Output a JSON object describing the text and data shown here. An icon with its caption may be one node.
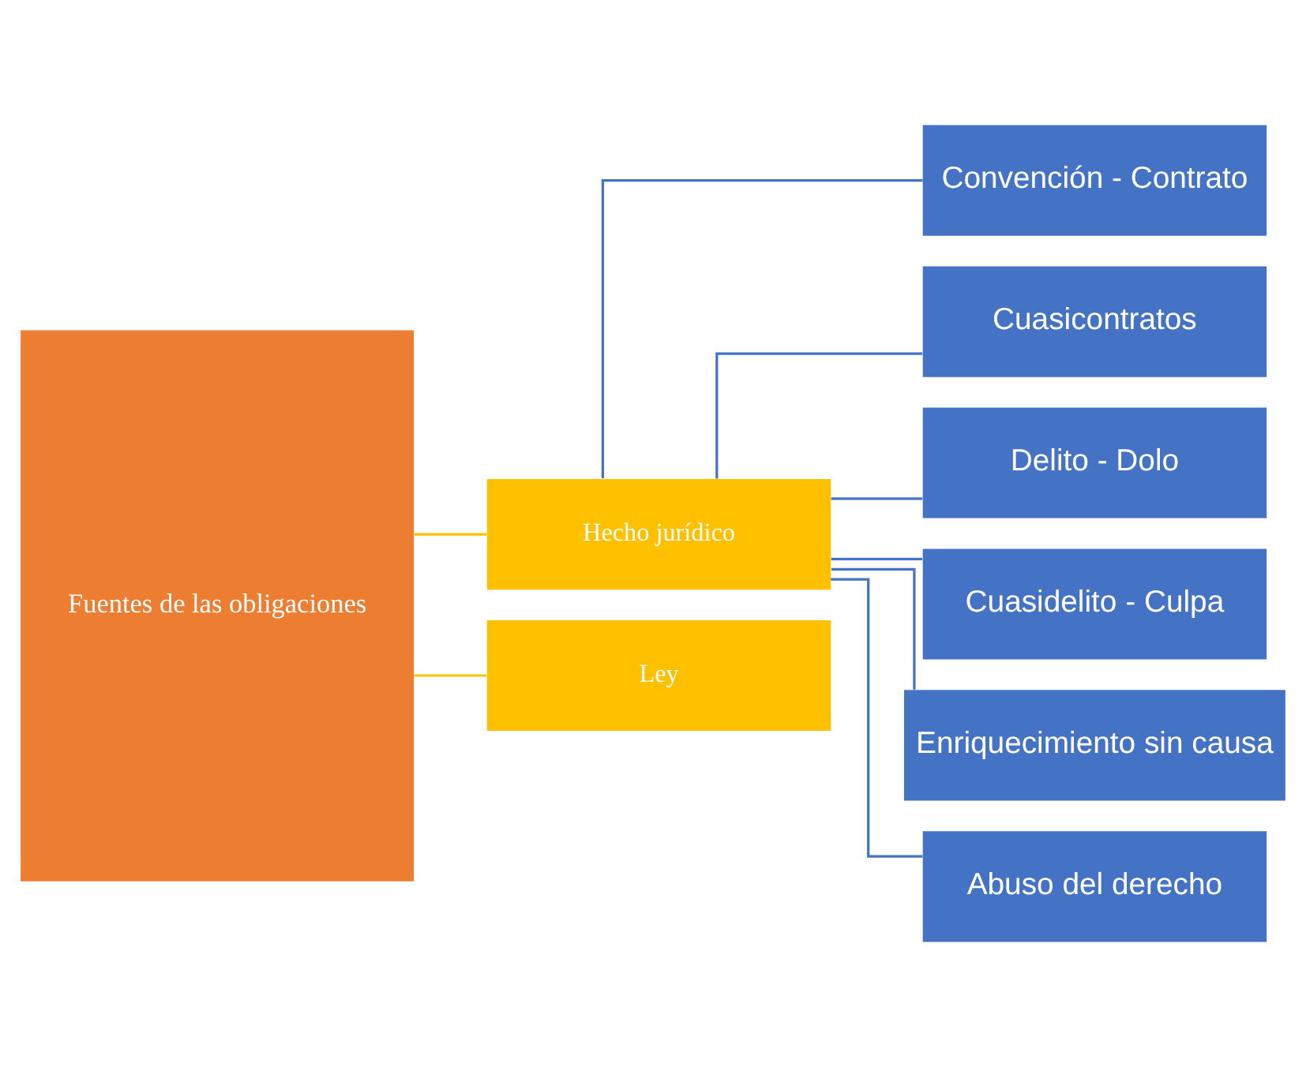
{
  "diagram": {
    "nodes": [
      {
        "text": [
          "Fuentes de las obligaciones"
        ]
      },
      {
        "text": [
          "Hecho jurídico"
        ]
      },
      {
        "text": [
          "Ley"
        ]
      },
      {
        "text": [
          "Convención - Contrato"
        ]
      },
      {
        "text": [
          "Cuasicontratos"
        ]
      },
      {
        "text": [
          "Delito - Dolo"
        ]
      },
      {
        "text": [
          "Cuasidelito - Culpa"
        ]
      },
      {
        "text": [
          "Enriquecimiento sin causa"
        ]
      },
      {
        "text": [
          "Abuso del derecho"
        ]
      }
    ],
    "edges": [
      {
        "from": 0,
        "to": 1,
        "arrow": "none",
        "color": "#ffc000"
      },
      {
        "from": 0,
        "to": 2,
        "arrow": "none",
        "color": "#ffc000"
      },
      {
        "from": 1,
        "to": 3,
        "arrow": "none"
      },
      {
        "from": 1,
        "to": 4,
        "arrow": "none"
      },
      {
        "from": 1,
        "to": 5,
        "arrow": "none"
      },
      {
        "from": 1,
        "to": 6,
        "arrow": "none"
      },
      {
        "from": 1,
        "to": 7,
        "arrow": "none"
      },
      {
        "from": 1,
        "to": 8,
        "arrow": "none"
      }
    ]
  }
}
